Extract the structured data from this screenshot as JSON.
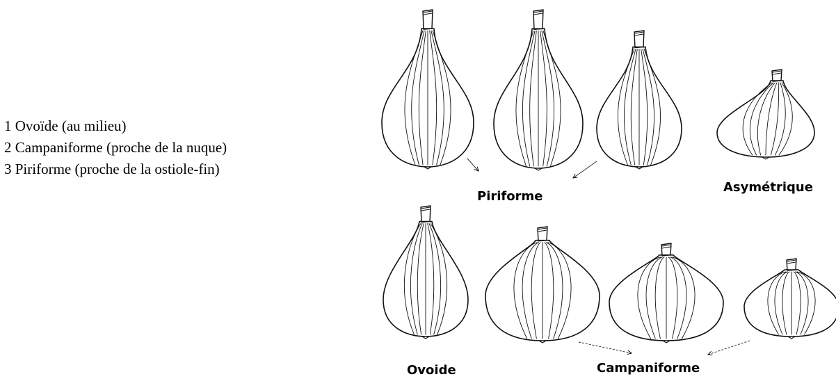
{
  "legend": {
    "items": [
      "1 Ovoïde (au milieu)",
      "2 Campaniforme (proche de la nuque)",
      "3 Piriforme (proche de la ostiole-fin)"
    ]
  },
  "labels": {
    "piriforme": "Piriforme",
    "asymetrique": "Asymétrique",
    "ovoide": "Ovoide",
    "campaniforme": "Campaniforme"
  },
  "figures": [
    {
      "shape": "piriforme"
    },
    {
      "shape": "piriforme"
    },
    {
      "shape": "piriforme"
    },
    {
      "shape": "asymetrique"
    },
    {
      "shape": "ovoide"
    },
    {
      "shape": "campaniforme"
    },
    {
      "shape": "campaniforme"
    },
    {
      "shape": "campaniforme"
    }
  ]
}
